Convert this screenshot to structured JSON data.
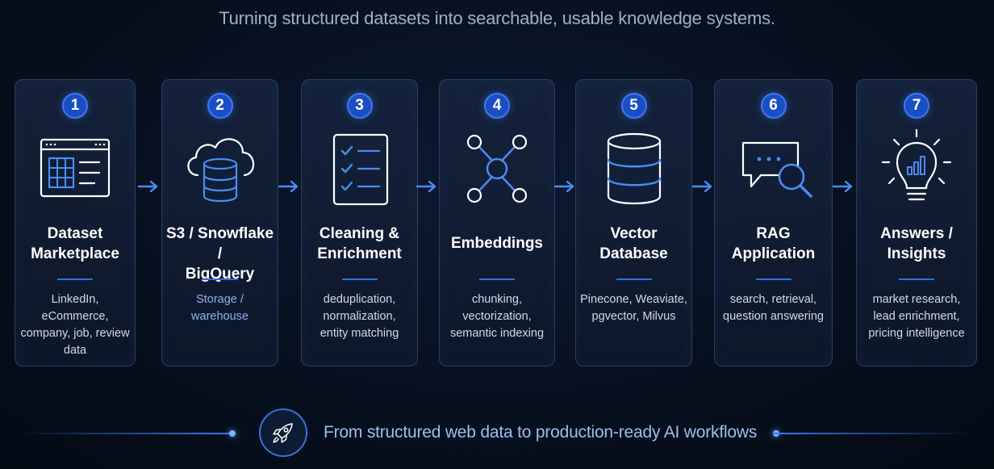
{
  "subtitle": "Turning structured datasets into searchable, usable knowledge systems.",
  "steps": [
    {
      "number": "1",
      "title_line1": "Dataset",
      "title_line2": "Marketplace",
      "desc_line1": "LinkedIn, eCommerce,",
      "desc_line2": "company, job, review",
      "desc_line3": "data",
      "icon": "dataset-table-icon"
    },
    {
      "number": "2",
      "title_line1": "S3 / Snowflake /",
      "title_line2": "BigQuery",
      "desc_line1": "Storage /",
      "desc_line2": "warehouse",
      "icon": "cloud-database-icon"
    },
    {
      "number": "3",
      "title_line1": "Cleaning &",
      "title_line2": "Enrichment",
      "desc_line1": "deduplication,",
      "desc_line2": "normalization,",
      "desc_line3": "entity matching",
      "icon": "checklist-icon"
    },
    {
      "number": "4",
      "title_line1": "Embeddings",
      "desc_line1": "chunking,",
      "desc_line2": "vectorization,",
      "desc_line3": "semantic indexing",
      "icon": "network-nodes-icon"
    },
    {
      "number": "5",
      "title_line1": "Vector",
      "title_line2": "Database",
      "desc_line1": "Pinecone, Weaviate,",
      "desc_line2": "pgvector, Milvus",
      "icon": "database-icon"
    },
    {
      "number": "6",
      "title_line1": "RAG",
      "title_line2": "Application",
      "desc_line1": "search, retrieval,",
      "desc_line2": "question answering",
      "icon": "chat-search-icon"
    },
    {
      "number": "7",
      "title_line1": "Answers /",
      "title_line2": "Insights",
      "desc_line1": "market research,",
      "desc_line2": "lead enrichment,",
      "desc_line3": "pricing intelligence",
      "icon": "lightbulb-chart-icon"
    }
  ],
  "footer": {
    "text": "From structured web data to production-ready AI workflows",
    "icon": "rocket-icon"
  },
  "colors": {
    "accent": "#3d78f0",
    "badge": "#1a4fc4",
    "icon_stroke": "#ffffff",
    "icon_accent": "#4a8cf5"
  }
}
